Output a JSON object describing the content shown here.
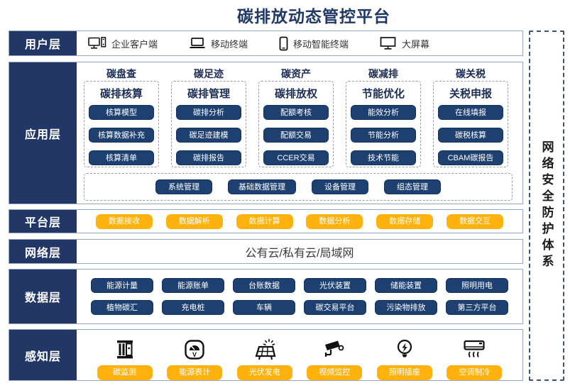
{
  "title": "碳排放动态管控平台",
  "security_panel": {
    "label": "网络安全防护体系"
  },
  "colors": {
    "navy": "#223765",
    "button_navy": "#1E4070",
    "yellow": "#FFB20E",
    "title_navy": "#1F3864"
  },
  "layers": {
    "user": {
      "label": "用户层",
      "items": [
        {
          "icon": "desktop-client-icon",
          "label": "企业客户端"
        },
        {
          "icon": "laptop-icon",
          "label": "移动终端"
        },
        {
          "icon": "smartphone-icon",
          "label": "移动智能终端"
        },
        {
          "icon": "big-screen-icon",
          "label": "大屏幕"
        }
      ]
    },
    "app": {
      "label": "应用层",
      "groups": [
        {
          "category": "碳盘查",
          "title": "碳排核算",
          "buttons": [
            "核算模型",
            "核算数据补充",
            "核算清单"
          ]
        },
        {
          "category": "碳足迹",
          "title": "碳排管理",
          "buttons": [
            "碳排分析",
            "碳足迹建模",
            "碳排报告"
          ]
        },
        {
          "category": "碳资产",
          "title": "碳排放权",
          "buttons": [
            "配额考核",
            "配额交易",
            "CCER交易"
          ]
        },
        {
          "category": "碳减排",
          "title": "节能优化",
          "buttons": [
            "能效分析",
            "节能分析",
            "技术节能"
          ]
        },
        {
          "category": "碳关税",
          "title": "关税申报",
          "buttons": [
            "在线填报",
            "碳税核算",
            "CBAM碳报告"
          ]
        }
      ],
      "common_buttons": [
        "系统管理",
        "基础数据管理",
        "设备管理",
        "组态管理"
      ]
    },
    "platform": {
      "label": "平台层",
      "buttons": [
        "数据接收",
        "数据解析",
        "数据计算",
        "数据分析",
        "数据存储",
        "数据交互"
      ]
    },
    "network": {
      "label": "网络层",
      "text": "公有云/私有云/局域网"
    },
    "data": {
      "label": "数据层",
      "rows": [
        [
          "能源计量",
          "能源账单",
          "台账数据",
          "光伏装置",
          "储能装置",
          "照明用电"
        ],
        [
          "植物碳汇",
          "充电桩",
          "车辆",
          "碳交易平台",
          "污染物排放",
          "第三方平台"
        ]
      ]
    },
    "perception": {
      "label": "感知层",
      "items": [
        {
          "icon": "carbon-monitor-icon",
          "label": "碳监测"
        },
        {
          "icon": "energy-meter-icon",
          "label": "能源表计"
        },
        {
          "icon": "solar-panel-icon",
          "label": "光伏发电"
        },
        {
          "icon": "cctv-camera-icon",
          "label": "视频监控"
        },
        {
          "icon": "light-bulb-icon",
          "label": "照明插座"
        },
        {
          "icon": "air-conditioner-icon",
          "label": "空调制冷"
        }
      ]
    }
  }
}
